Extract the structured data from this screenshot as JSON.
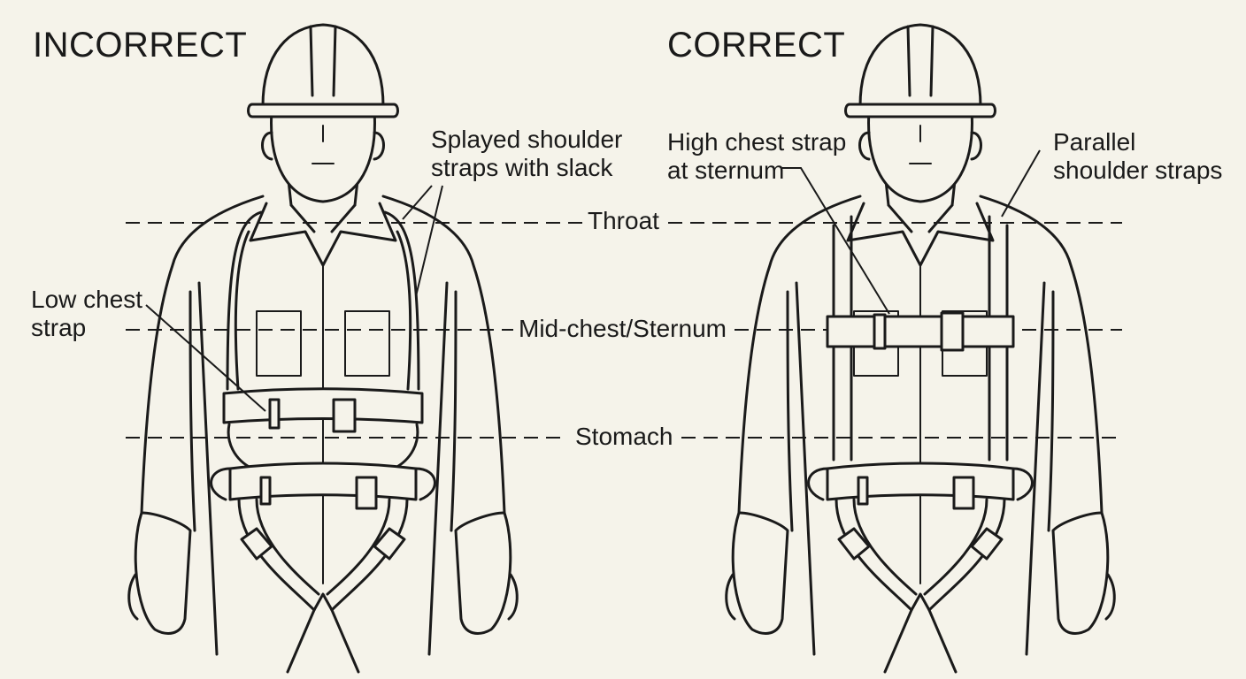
{
  "headings": {
    "incorrect": "INCORRECT",
    "correct": "CORRECT"
  },
  "levels": {
    "throat": "Throat",
    "mid_chest": "Mid-chest/Sternum",
    "stomach": "Stomach"
  },
  "annotations": {
    "splayed_line1": "Splayed shoulder",
    "splayed_line2": "straps with slack",
    "low_chest_line1": "Low chest",
    "low_chest_line2": "strap",
    "high_chest_line1": "High chest strap",
    "high_chest_line2": "at sternum",
    "parallel_line1": "Parallel",
    "parallel_line2": "shoulder straps"
  },
  "colors": {
    "background": "#f5f3ea",
    "ink": "#1a1a1a"
  }
}
